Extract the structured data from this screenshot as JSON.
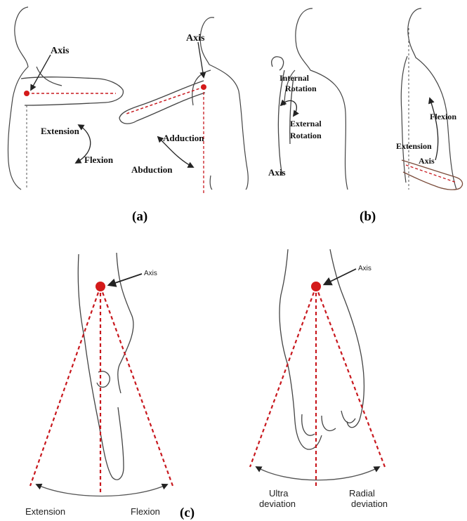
{
  "figure": {
    "panel_a": {
      "caption": "(a)",
      "shoulder_flexion": {
        "axis": "Axis",
        "extension": "Extension",
        "flexion": "Flexion"
      },
      "shoulder_abduction": {
        "axis": "Axis",
        "adduction": "Adduction",
        "abduction": "Abduction"
      }
    },
    "panel_b": {
      "caption": "(b)",
      "shoulder_rotation": {
        "internal_1": "Internal",
        "internal_2": "Rotation",
        "external_1": "External",
        "external_2": "Rotation",
        "axis": "Axis"
      },
      "elbow_flexion": {
        "flexion": "Flexion",
        "extension": "Extension",
        "axis": "Axis"
      }
    },
    "panel_c": {
      "caption": "(c)",
      "wrist_flexion": {
        "axis": "Axis",
        "extension": "Extension",
        "flexion": "Flexion"
      },
      "wrist_deviation": {
        "axis": "Axis",
        "ulnar_1": "Ultra",
        "ulnar_2": "deviation",
        "radial_1": "Radial",
        "radial_2": "deviation"
      }
    }
  },
  "colors": {
    "axis_point": "#d41a1a",
    "axis_line": "#c8181e",
    "outline": "#333333"
  }
}
